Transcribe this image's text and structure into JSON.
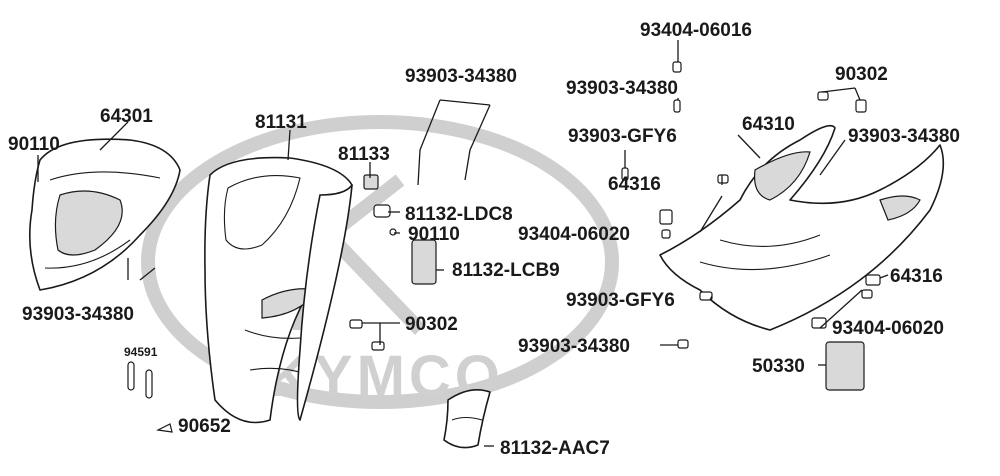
{
  "watermark": {
    "text": "KYMCO"
  },
  "callouts": {
    "p90110a": "90110",
    "p64301": "64301",
    "p93903_34380_bl": "93903-34380",
    "p94591": "94591",
    "p90652": "90652",
    "p81131": "81131",
    "p93903_34380_top": "93903-34380",
    "p81133": "81133",
    "p81132_ldc8": "81132-LDC8",
    "p90110b": "90110",
    "p81132_lcb9": "81132-LCB9",
    "p90302_mid": "90302",
    "p81132_aac7": "81132-AAC7",
    "p93404_06016": "93404-06016",
    "p93903_34380_r1": "93903-34380",
    "p93903_gfy6_r1": "93903-GFY6",
    "p64310": "64310",
    "p90302_r": "90302",
    "p93903_34380_r2": "93903-34380",
    "p64316_a": "64316",
    "p93404_06020_a": "93404-06020",
    "p64316_b": "64316",
    "p93903_gfy6_r2": "93903-GFY6",
    "p93404_06020_b": "93404-06020",
    "p93903_34380_r3": "93903-34380",
    "p50330": "50330"
  }
}
